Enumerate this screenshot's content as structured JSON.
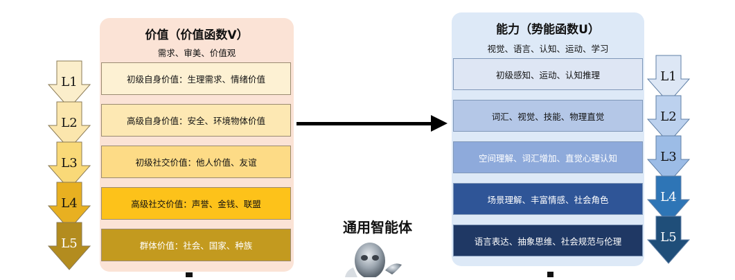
{
  "left": {
    "title": "价值（价值函数V）",
    "subtitle": "需求、审美、价值观",
    "levels": [
      {
        "label": "L1",
        "text": "初级自身价值：生理需求、情绪价值",
        "box_color": "#fdf1d3",
        "text_color": "#111111",
        "arrow_color": "#fbeecb",
        "label_color": "#111111"
      },
      {
        "label": "L2",
        "text": "高级自身价值：安全、环境物体价值",
        "box_color": "#fde8b3",
        "text_color": "#111111",
        "arrow_color": "#fbe6ad",
        "label_color": "#111111"
      },
      {
        "label": "L3",
        "text": "初级社交价值：他人价值、友谊",
        "box_color": "#fddb86",
        "text_color": "#111111",
        "arrow_color": "#f9d978",
        "label_color": "#111111"
      },
      {
        "label": "L4",
        "text": "高级社交价值：声誉、金钱、联盟",
        "box_color": "#fdc21a",
        "text_color": "#111111",
        "arrow_color": "#e8b021",
        "label_color": "#111111"
      },
      {
        "label": "L5",
        "text": "群体价值：社会、国家、种族",
        "box_color": "#c39a1f",
        "text_color": "#ffffff",
        "arrow_color": "#b38c1f",
        "label_color": "#ffffff"
      }
    ]
  },
  "right": {
    "title": "能力（势能函数U）",
    "subtitle": "视觉、语言、认知、运动、学习",
    "levels": [
      {
        "label": "L1",
        "text": "初级感知、运动、认知推理",
        "box_color": "#dee6f4",
        "text_color": "#111111",
        "arrow_color": "#dde7f5",
        "label_color": "#111111"
      },
      {
        "label": "L2",
        "text": "词汇、视觉、技能、物理直觉",
        "box_color": "#b4c7e7",
        "text_color": "#111111",
        "arrow_color": "#bcd1ee",
        "label_color": "#111111"
      },
      {
        "label": "L3",
        "text": "空间理解、词汇增加、直觉心理认知",
        "box_color": "#8eaadb",
        "text_color": "#ffffff",
        "arrow_color": "#9cbce6",
        "label_color": "#111111"
      },
      {
        "label": "L4",
        "text": "场景理解、丰富情感、社会角色",
        "box_color": "#2f5597",
        "text_color": "#ffffff",
        "arrow_color": "#2e75b6",
        "label_color": "#ffffff"
      },
      {
        "label": "L5",
        "text": "语言表达、抽象思维、社会规范与伦理",
        "box_color": "#1f3864",
        "text_color": "#ffffff",
        "arrow_color": "#1f4e79",
        "label_color": "#ffffff"
      }
    ]
  },
  "center": {
    "title": "通用智能体",
    "icon": "robot-icon"
  }
}
